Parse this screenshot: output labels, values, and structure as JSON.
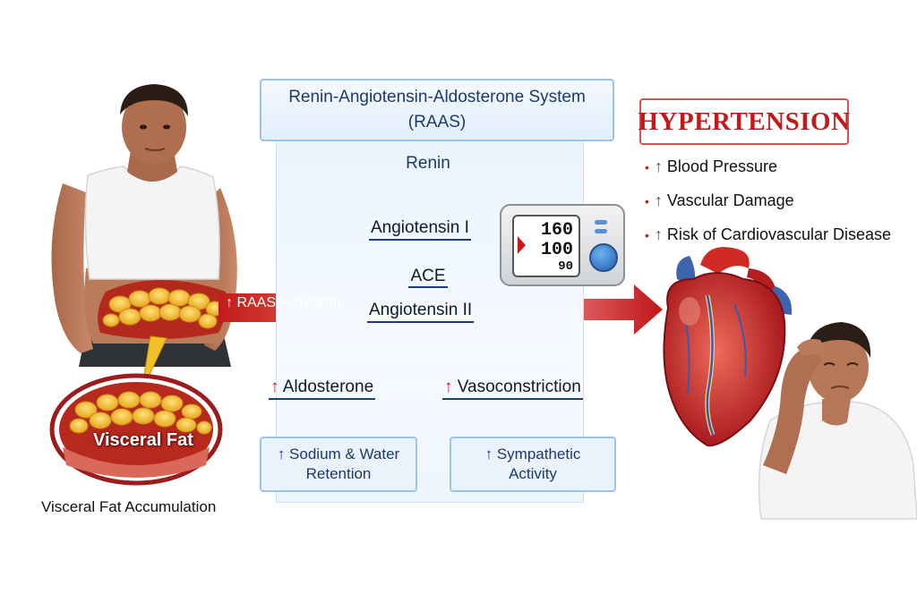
{
  "raas": {
    "title_line1": "Renin-Angiotensin-Aldosterone System",
    "title_line2": "(RAAS)",
    "renin": "Renin",
    "angiotensin1": "Angiotensin I",
    "ace": "ACE",
    "angiotensin2": "Angiotensin II",
    "aldosterone": "Aldosterone",
    "vasoconstriction": "Vasoconstriction",
    "sodium_line1": "Sodium & Water",
    "sodium_line2": "Retention",
    "sympathetic_line1": "Sympathetic",
    "sympathetic_line2": "Activity",
    "up_arrow": "↑"
  },
  "left": {
    "activation_label": "RAAS Activation",
    "visceral_label": "Visceral Fat",
    "caption": "Visceral Fat Accumulation"
  },
  "monitor": {
    "systolic": "160",
    "diastolic": "100",
    "pulse": "90"
  },
  "hypertension": {
    "title": "HYPERTENSION",
    "bullet": "•",
    "effects": [
      "Blood Pressure",
      "Vascular Damage",
      "Risk of Cardiovascular Disease"
    ]
  },
  "colors": {
    "accent_red": "#c71b1b",
    "accent_blue": "#1b3d7a",
    "panel_blue": "#eaf4fd"
  }
}
